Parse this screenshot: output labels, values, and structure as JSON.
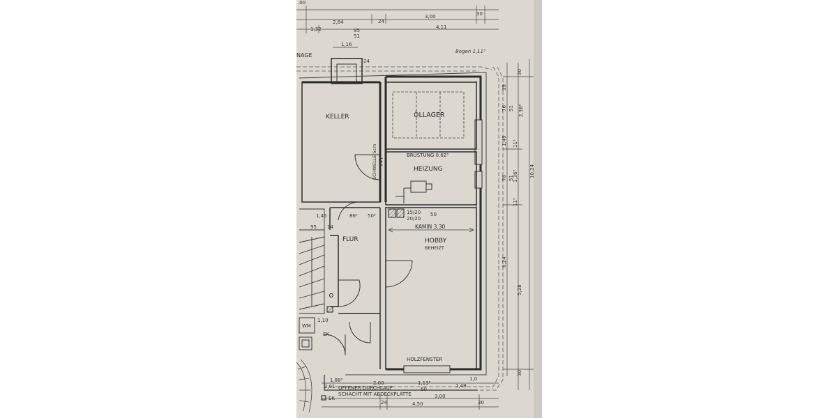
{
  "rooms": {
    "keller": "KELLER",
    "ollager": "ÖLLAGER",
    "heizung": "HEIZUNG",
    "hobby": "HOBBY",
    "hobby_sub": "BEHEIZT",
    "flur": "FLUR"
  },
  "notes": {
    "brustung": "BRÜSTUNG 0.62⁵",
    "schwelle": "SCHWELLE 5cm",
    "kamin": "KAMIN 3.30",
    "kamin_size_1": "15/20",
    "kamin_size_2": "20/20",
    "holzfenster": "HOLZFENSTER",
    "durchlauf": "OFFENER DURCHLAUF",
    "schacht": "SCHACHT MIT ABDECKPLATTE",
    "drainage": "NAGE",
    "fbt": "F+T",
    "wm": "WM",
    "ek_top": "EK",
    "ek_bottom": "EK"
  },
  "dims_top": {
    "d1": "2,84",
    "d2": "24",
    "d3": "3,00",
    "d4": "30",
    "d5": "1,32",
    "d6": "95",
    "d7": "51",
    "d8": "4,11",
    "d9": "1,16",
    "d10": "24",
    "d11": ".00"
  },
  "dims_right": {
    "r1": "30",
    "r2": "99",
    "r3": "76",
    "r4": "51",
    "r5": "2,38⁵",
    "r6": "1,49",
    "r7": "11⁵",
    "r8": "76",
    "r9": "51",
    "r10": "1,36⁵",
    "r11": "11⁵",
    "r12": "10,24",
    "r13": "6,24",
    "r14": "5,28",
    "r15": "30"
  },
  "dims_bottom": {
    "b1": "1,88⁵",
    "b2": "2,01",
    "b3": "2,00",
    "b4": "1,13⁵",
    "b5": "60",
    "b6": "1,49",
    "b7": "24",
    "b8": "3,00",
    "b9": "30",
    "b10": "4,50",
    "b11": "1,0"
  },
  "dims_inner": {
    "i1": "1,45",
    "i2": "95",
    "i3": "14",
    "i4": "86⁵",
    "i5": "50⁵",
    "i6": "1,10",
    "i7": "50"
  },
  "hand": {
    "top_right": "Bogen 1,11⁵"
  }
}
